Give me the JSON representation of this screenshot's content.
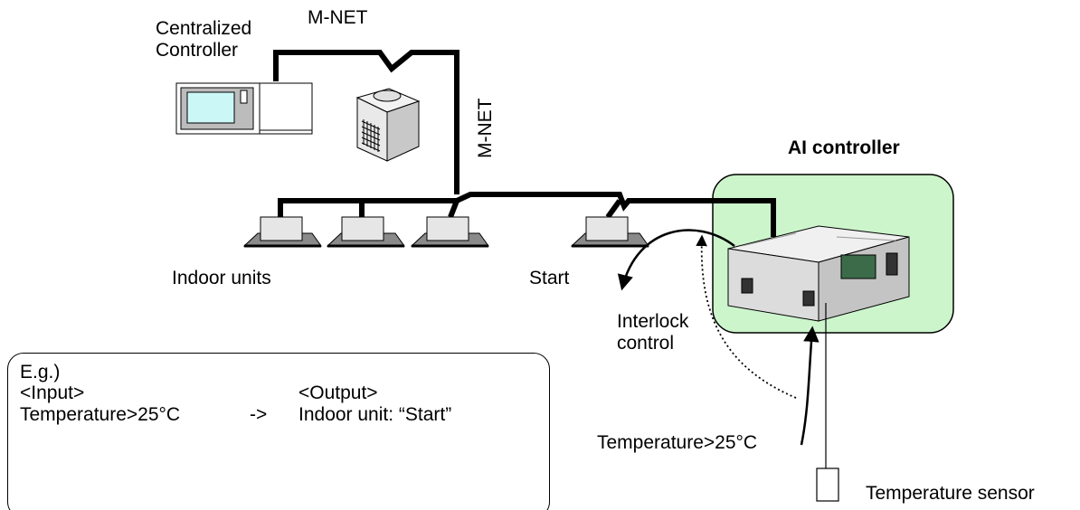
{
  "labels": {
    "centralized_controller": "Centralized\nController",
    "mnet_top": "M-NET",
    "mnet_vertical": "M-NET",
    "ai_controller": "AI controller",
    "indoor_units": "Indoor units",
    "start": "Start",
    "interlock_control": "Interlock\ncontrol",
    "temperature_condition": "Temperature>25°C",
    "temperature_sensor": "Temperature sensor"
  },
  "example": {
    "heading": "E.g.)",
    "input_header": "<Input>",
    "output_header": "<Output>",
    "input_value": "Temperature>25°C",
    "arrow": "->",
    "output_value": "Indoor unit: “Start”"
  },
  "colors": {
    "ai_highlight": "#ccf5cc",
    "screen": "#ccf7f7",
    "unit_top": "#e6e6e6",
    "unit_base": "#8a8a8a",
    "wire": "#000000"
  }
}
